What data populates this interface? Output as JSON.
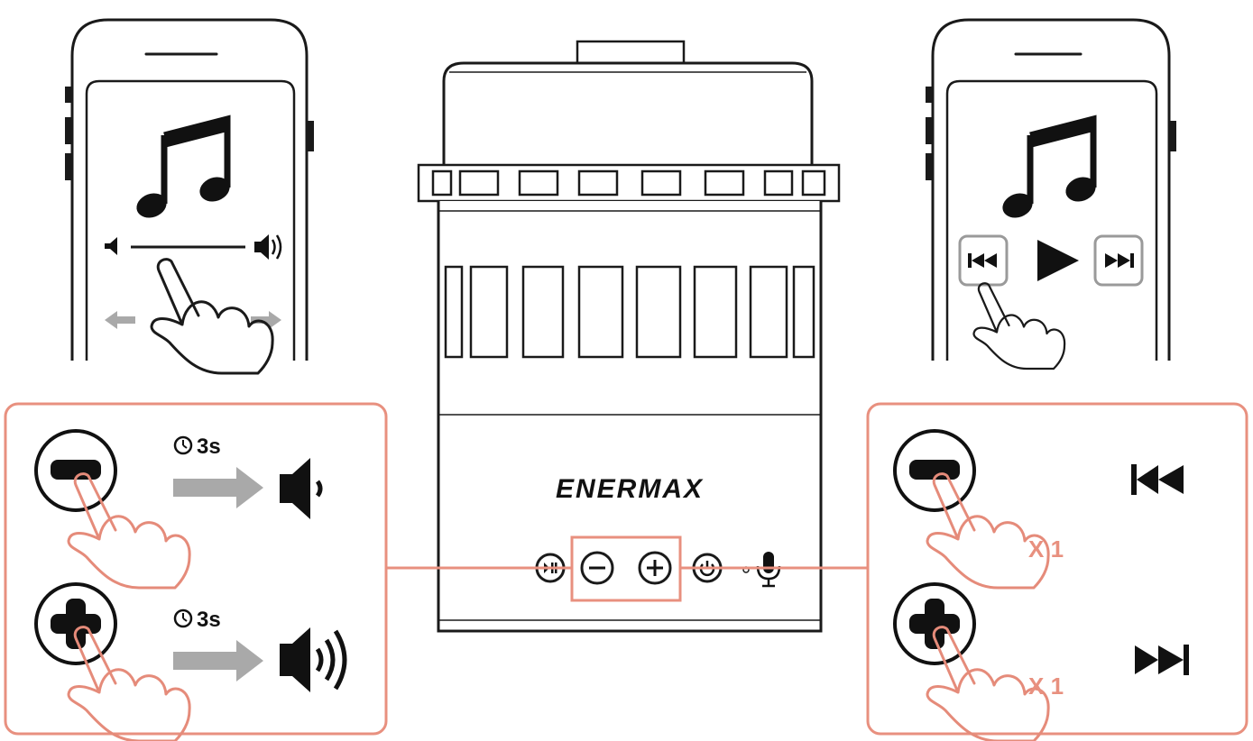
{
  "brand": {
    "logo_text": "ENERMAX"
  },
  "volume_panel": {
    "minus_hold_time": "3s",
    "plus_hold_time": "3s"
  },
  "track_panel": {
    "minus_press_count": "X 1",
    "plus_press_count": "X 1"
  },
  "colors": {
    "highlight": "#e8907f",
    "line": "#1a1a1a",
    "arrow": "#a9a9a9",
    "hand": "#e58b7a"
  },
  "icons": {
    "music_note": "music-note-icon",
    "volume_low": "speaker-low-icon",
    "volume_high": "speaker-high-icon",
    "previous": "previous-track-icon",
    "next": "next-track-icon",
    "play": "play-icon",
    "clock": "clock-icon",
    "hand": "pointing-hand-icon",
    "microphone": "microphone-icon"
  }
}
